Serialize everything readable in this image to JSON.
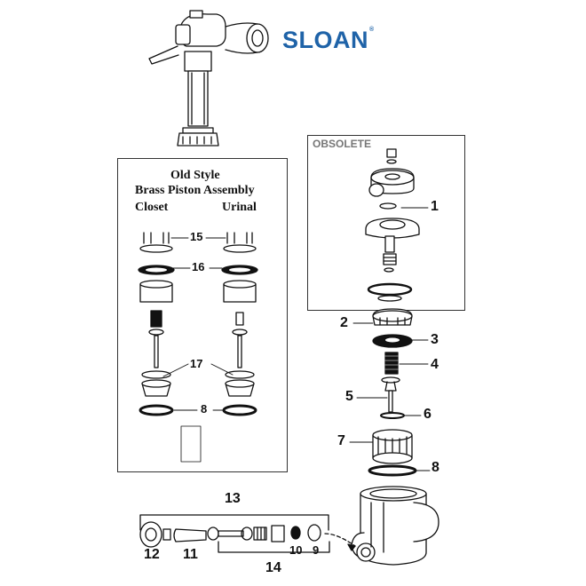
{
  "brand": {
    "logo_text": "SLOAN",
    "logo_mark": "®",
    "logo_color": "#1f63a8"
  },
  "obsolete_panel": {
    "title": "OBSOLETE"
  },
  "old_style_panel": {
    "title_line1": "Old Style",
    "title_line2": "Brass Piston Assembly",
    "label_closet": "Closet",
    "label_urinal": "Urinal"
  },
  "callouts": {
    "c1": "1",
    "c2": "2",
    "c3": "3",
    "c4": "4",
    "c5": "5",
    "c6": "6",
    "c7": "7",
    "c8": "8",
    "c9": "9",
    "c10": "10",
    "c11": "11",
    "c12": "12",
    "c13": "13",
    "c14": "14",
    "c15": "15",
    "c16": "16",
    "c17": "17",
    "c8_old": "8"
  }
}
